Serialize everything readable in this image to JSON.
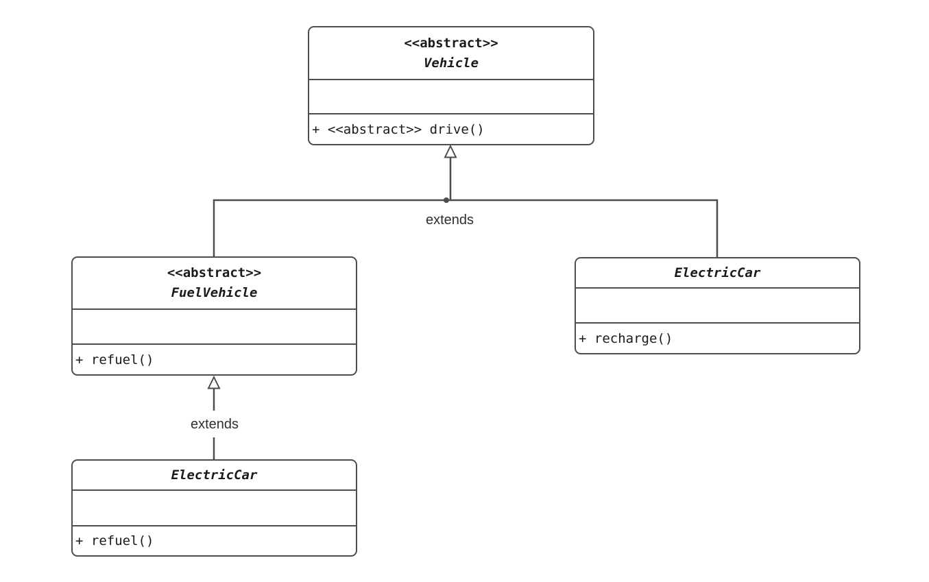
{
  "diagram": {
    "kind": "uml-class-diagram",
    "classes": [
      {
        "id": "vehicle",
        "stereotype": "<<abstract>>",
        "name": "Vehicle",
        "attributes": [],
        "methods": [
          "+ <<abstract>> drive()"
        ]
      },
      {
        "id": "fuel-vehicle",
        "stereotype": "<<abstract>>",
        "name": "FuelVehicle",
        "attributes": [],
        "methods": [
          "+ refuel()"
        ]
      },
      {
        "id": "electric-car-right",
        "stereotype": "",
        "name": "ElectricCar",
        "attributes": [],
        "methods": [
          "+ recharge()"
        ]
      },
      {
        "id": "electric-car-bottom",
        "stereotype": "",
        "name": "ElectricCar",
        "attributes": [],
        "methods": [
          "+ refuel()"
        ]
      }
    ],
    "edges": [
      {
        "from": "FuelVehicle",
        "to": "Vehicle",
        "type": "inheritance",
        "label": "extends"
      },
      {
        "from": "ElectricCar",
        "to": "Vehicle",
        "type": "inheritance",
        "label": "extends"
      },
      {
        "from": "ElectricCar",
        "to": "FuelVehicle",
        "type": "inheritance",
        "label": "extends"
      }
    ],
    "colors": {
      "line": "#4d4d4d",
      "box_fill": "#ffffff",
      "text": "#1a1a1a",
      "label_text": "#2e2e2e"
    }
  }
}
